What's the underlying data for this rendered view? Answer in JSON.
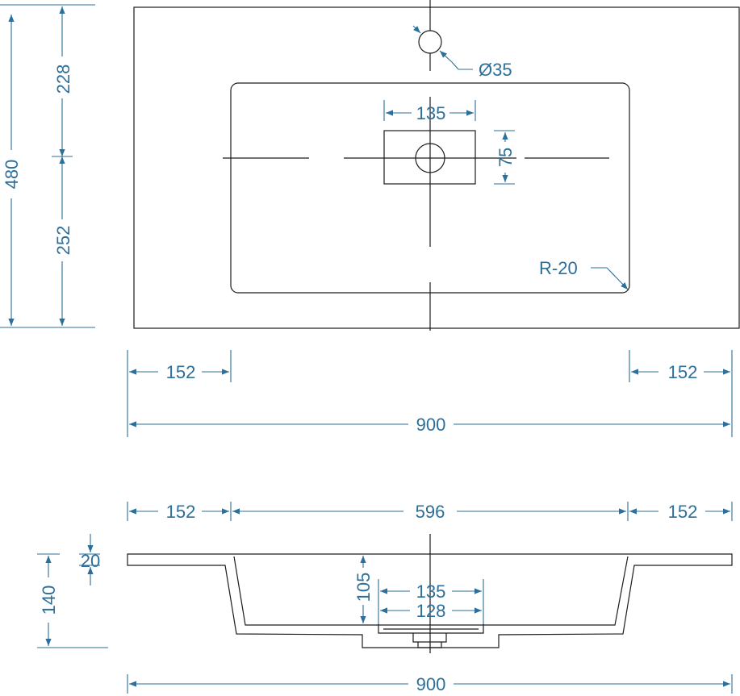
{
  "plan_view": {
    "overall_depth": "480",
    "back_to_center": "228",
    "center_to_front": "252",
    "tap_hole_diameter": "Ø35",
    "drain_recess_width": "135",
    "drain_recess_height": "75",
    "bowl_corner_radius": "R-20",
    "left_rim": "152",
    "right_rim": "152",
    "overall_width": "900"
  },
  "section_view": {
    "left_rim": "152",
    "bowl_width": "596",
    "right_rim": "152",
    "deck_thickness": "20",
    "overall_height": "140",
    "bowl_depth": "105",
    "drain_outer": "135",
    "drain_inner": "128",
    "overall_width": "900"
  },
  "colors": {
    "dimension": "#2b6f9a",
    "outline": "#1c1c1c"
  }
}
